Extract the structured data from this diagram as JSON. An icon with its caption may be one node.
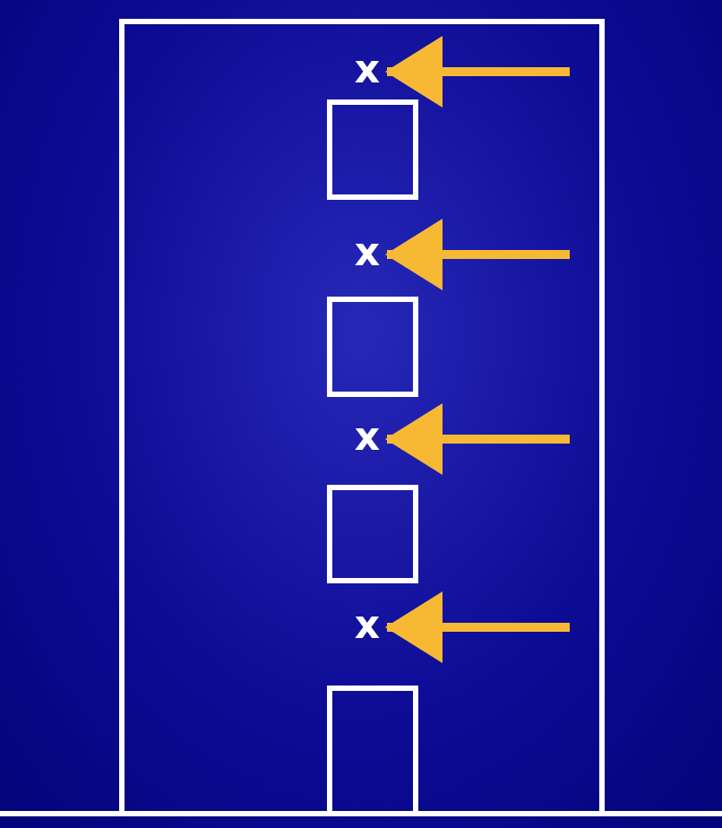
{
  "diagram": {
    "nodes": [
      {
        "text": [
          "x"
        ]
      },
      {
        "text": [
          "x"
        ]
      },
      {
        "text": [
          "x"
        ]
      },
      {
        "text": [
          "x"
        ]
      }
    ],
    "edges": [
      {
        "from": null,
        "to": 0,
        "arrow": "to"
      },
      {
        "from": null,
        "to": 1,
        "arrow": "to"
      },
      {
        "from": null,
        "to": 2,
        "arrow": "to"
      },
      {
        "from": null,
        "to": 3,
        "arrow": "to"
      }
    ]
  }
}
